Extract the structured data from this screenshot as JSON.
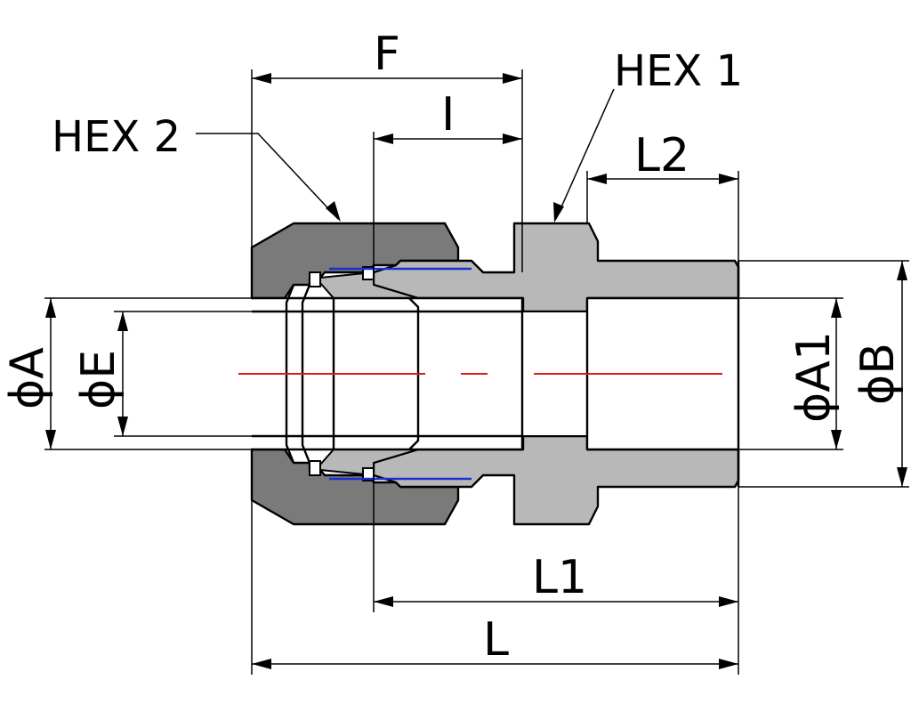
{
  "labels": {
    "F": "F",
    "I": "I",
    "L2": "L2",
    "L1": "L1",
    "L": "L",
    "phiA": "ϕA",
    "phiE": "ϕE",
    "phiA1": "ϕA1",
    "phiB": "ϕB",
    "hex1": "HEX 1",
    "hex2": "HEX 2"
  },
  "colors": {
    "nut": "#7a7a7a",
    "body": "#b8b8b8",
    "centerline": "#d81b1b",
    "seal_line": "#1a2fd6"
  }
}
